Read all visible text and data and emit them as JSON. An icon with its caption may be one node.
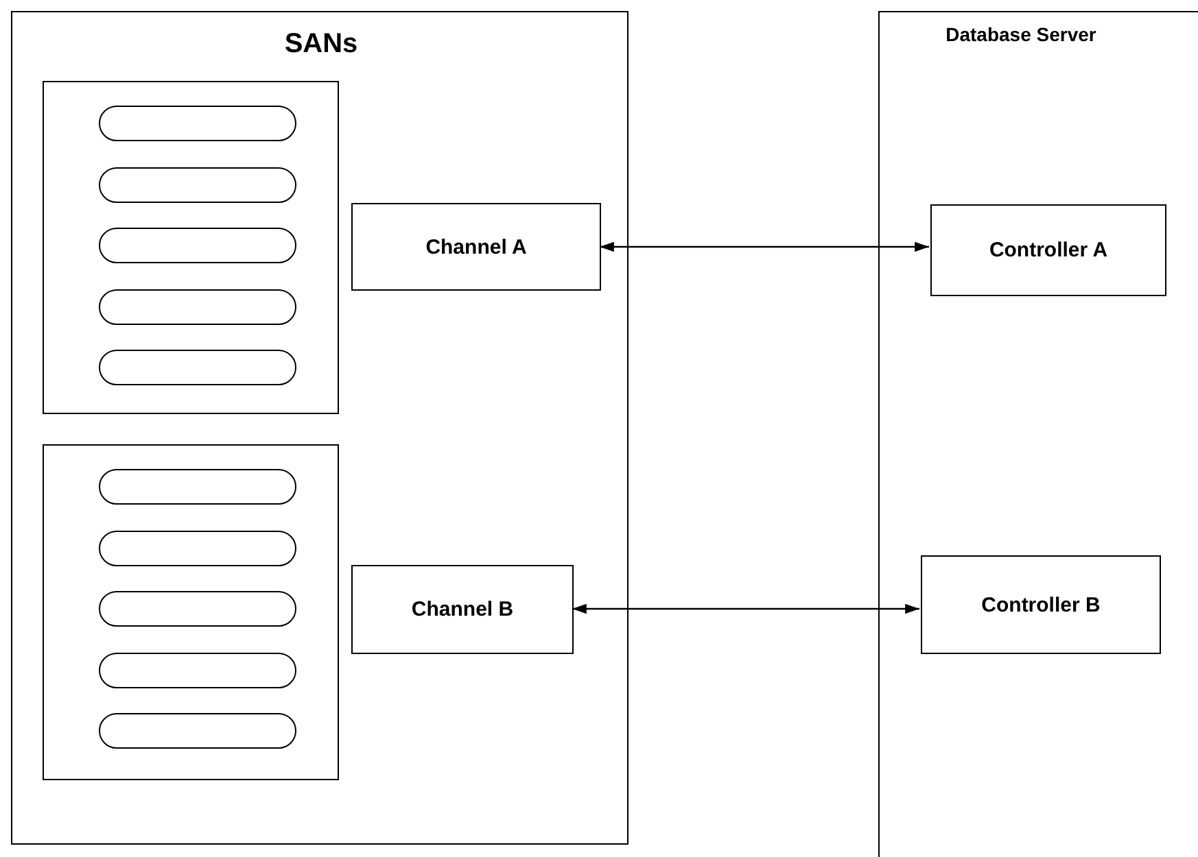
{
  "diagram": {
    "nodes": [
      {
        "text": [
          "SANs"
        ]
      },
      {
        "text": [],
        "shape": "box",
        "in": 0
      },
      {
        "text": [],
        "shape": "pill",
        "in": 1
      },
      {
        "text": [],
        "shape": "pill",
        "in": 1
      },
      {
        "text": [],
        "shape": "pill",
        "in": 1
      },
      {
        "text": [],
        "shape": "pill",
        "in": 1
      },
      {
        "text": [],
        "shape": "pill",
        "in": 1
      },
      {
        "text": [
          "Channel A"
        ],
        "in": 0
      },
      {
        "text": [],
        "shape": "box",
        "in": 0
      },
      {
        "text": [],
        "shape": "pill",
        "in": 8
      },
      {
        "text": [],
        "shape": "pill",
        "in": 8
      },
      {
        "text": [],
        "shape": "pill",
        "in": 8
      },
      {
        "text": [],
        "shape": "pill",
        "in": 8
      },
      {
        "text": [],
        "shape": "pill",
        "in": 8
      },
      {
        "text": [
          "Channel B"
        ],
        "in": 0
      },
      {
        "text": [
          "Database Server"
        ]
      },
      {
        "text": [
          "Controller A"
        ],
        "in": 15
      },
      {
        "text": [
          "Controller B"
        ],
        "in": 15
      }
    ],
    "edges": [
      {
        "from": 7,
        "to": 16,
        "arrow": "both"
      },
      {
        "from": 14,
        "to": 17,
        "arrow": "both"
      }
    ]
  }
}
